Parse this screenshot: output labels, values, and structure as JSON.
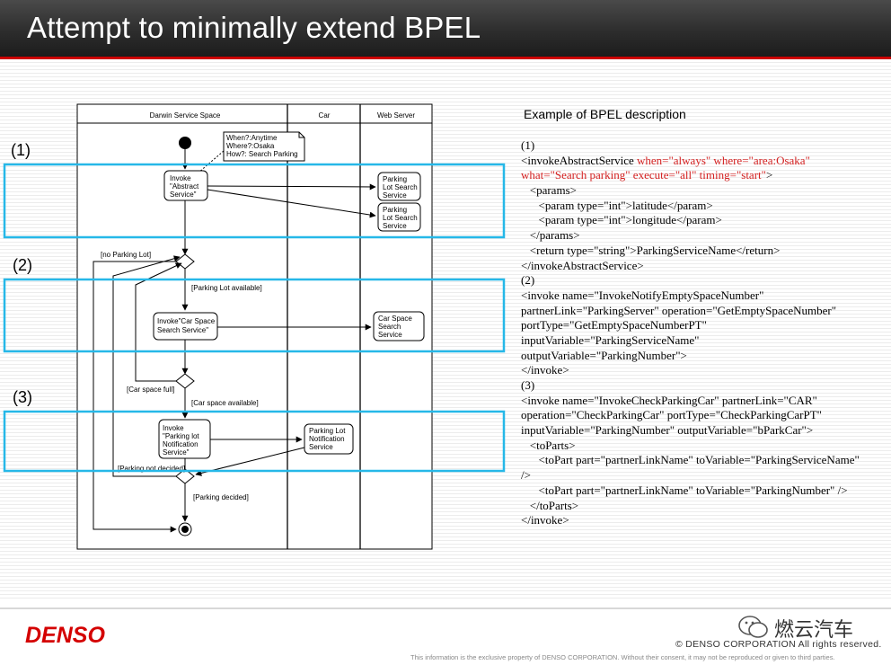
{
  "title": "Attempt to minimally extend BPEL",
  "diagram": {
    "lanes": [
      "Darwin Service Space",
      "Car",
      "Web Server"
    ],
    "note": [
      "When?:Anytime",
      "Where?:Osaka",
      "How?: Search Parking"
    ],
    "sections": [
      "(1)",
      "(2)",
      "(3)"
    ],
    "actions": {
      "invoke_abstract": [
        "Invoke",
        "\"Abstract",
        "Service\""
      ],
      "parking_search_1": [
        "Parking",
        "Lot Search",
        "Service"
      ],
      "parking_search_2": [
        "Parking",
        "Lot Search",
        "Service"
      ],
      "car_space_invoke": [
        "Invoke\"Car Space",
        "Search Service\""
      ],
      "car_space_search": [
        "Car Space",
        "Search",
        "Service"
      ],
      "parking_notify_invoke": [
        "Invoke",
        "\"Parking lot",
        "Notification",
        "Service\""
      ],
      "parking_notify": [
        "Parking Lot",
        "Notification",
        "Service"
      ]
    },
    "guards": {
      "no_parking_lot": "[no Parking Lot]",
      "parking_lot_available": "[Parking Lot available]",
      "car_space_full": "[Car space full]",
      "car_space_available": "[Car space available]",
      "parking_not_decided": "[Parking not decided]",
      "parking_decided": "[Parking decided]"
    }
  },
  "code": {
    "heading": "Example of BPEL description",
    "lines": [
      {
        "indent": "",
        "text": "(1)",
        "red": ""
      },
      {
        "indent": "",
        "text": "<invokeAbstractService ",
        "red": "when=\"always\" where=\"area:Osaka\""
      },
      {
        "indent": "",
        "text": "",
        "red": "what=\"Search parking\" execute=\"all\" timing=\"start\"",
        "tail": ">"
      },
      {
        "indent": "   ",
        "text": "<params>",
        "red": ""
      },
      {
        "indent": "      ",
        "text": "<param type=\"int\">latitude</param>",
        "red": ""
      },
      {
        "indent": "      ",
        "text": "<param type=\"int\">longitude</param>",
        "red": ""
      },
      {
        "indent": "   ",
        "text": "</params>",
        "red": ""
      },
      {
        "indent": "   ",
        "text": "<return type=\"string\">ParkingServiceName</return>",
        "red": ""
      },
      {
        "indent": "",
        "text": "</invokeAbstractService>",
        "red": ""
      },
      {
        "indent": "",
        "text": "(2)",
        "red": ""
      },
      {
        "indent": "",
        "text": "<invoke name=\"InvokeNotifyEmptySpaceNumber\"",
        "red": ""
      },
      {
        "indent": "",
        "text": "partnerLink=\"ParkingServer\" operation=\"GetEmptySpaceNumber\"",
        "red": ""
      },
      {
        "indent": "",
        "text": "portType=\"GetEmptySpaceNumberPT\"",
        "red": ""
      },
      {
        "indent": "",
        "text": "inputVariable=\"ParkingServiceName\"",
        "red": ""
      },
      {
        "indent": "",
        "text": "outputVariable=\"ParkingNumber\">",
        "red": ""
      },
      {
        "indent": "",
        "text": "</invoke>",
        "red": ""
      },
      {
        "indent": "",
        "text": "(3)",
        "red": ""
      },
      {
        "indent": "",
        "text": "<invoke name=\"InvokeCheckParkingCar\" partnerLink=\"CAR\"",
        "red": ""
      },
      {
        "indent": "",
        "text": "operation=\"CheckParkingCar\" portType=\"CheckParkingCarPT\"",
        "red": ""
      },
      {
        "indent": "",
        "text": "inputVariable=\"ParkingNumber\" outputVariable=\"bParkCar\">",
        "red": ""
      },
      {
        "indent": "   ",
        "text": "<toParts>",
        "red": ""
      },
      {
        "indent": "      ",
        "text": "<toPart part=\"partnerLinkName\" toVariable=\"ParkingServiceName\"",
        "red": ""
      },
      {
        "indent": "",
        "text": "/>",
        "red": ""
      },
      {
        "indent": "      ",
        "text": "<toPart part=\"partnerLinkName\" toVariable=\"ParkingNumber\" />",
        "red": ""
      },
      {
        "indent": "   ",
        "text": "</toParts>",
        "red": ""
      },
      {
        "indent": "",
        "text": "</invoke>",
        "red": ""
      }
    ]
  },
  "footer": {
    "logo": "DENSO",
    "wechat": "燃云汽车",
    "copyright": "© DENSO CORPORATION All rights reserved.",
    "disclaimer": "This information is the exclusive property of DENSO CORPORATION.  Without their consent, it may not be reproduced or given to third parties."
  },
  "colors": {
    "highlight": "#26b8e8",
    "accent_red": "#d40000",
    "code_red": "#d42020"
  }
}
